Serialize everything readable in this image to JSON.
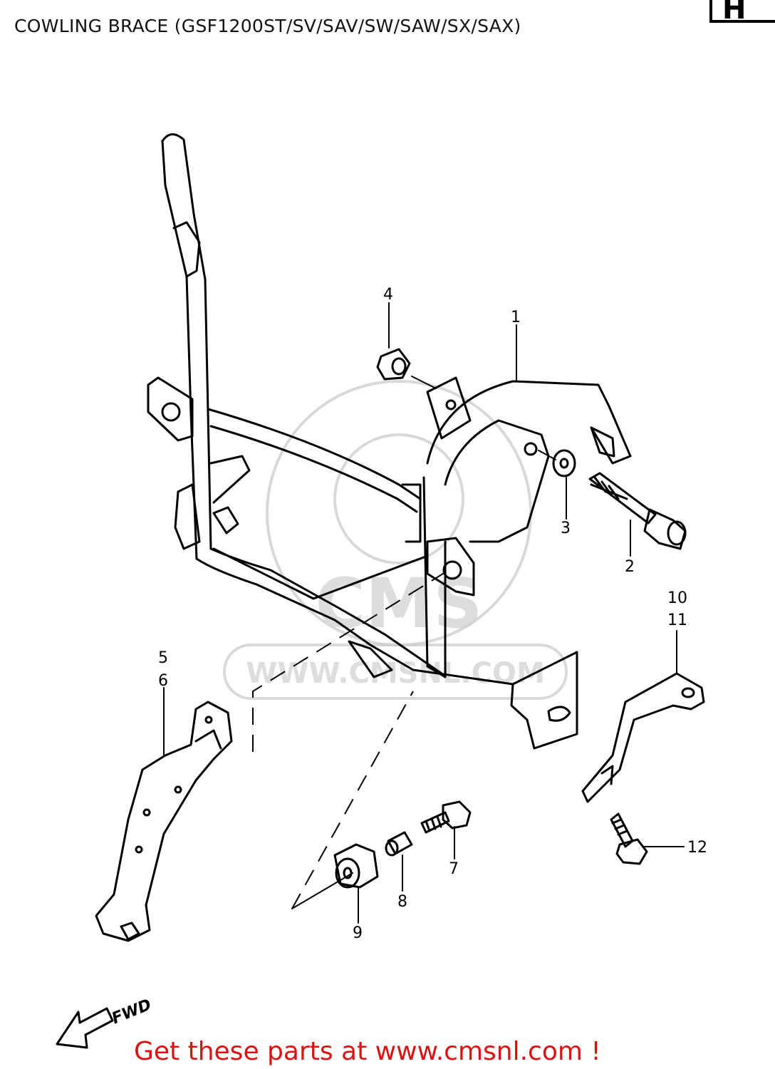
{
  "header": {
    "title": "COWLING BRACE (GSF1200ST/SV/SAV/SW/SAW/SX/SAX)",
    "page_tab": "H"
  },
  "diagram": {
    "callouts": [
      "1",
      "2",
      "3",
      "4",
      "5",
      "6",
      "7",
      "8",
      "9",
      "10",
      "11",
      "12"
    ],
    "direction_label": "FWD"
  },
  "watermark": {
    "brand": "CMS",
    "url": "WWW.CMSNL.COM"
  },
  "footer": {
    "text": "Get these parts at www.cmsnl.com !",
    "color": "#e01010"
  }
}
